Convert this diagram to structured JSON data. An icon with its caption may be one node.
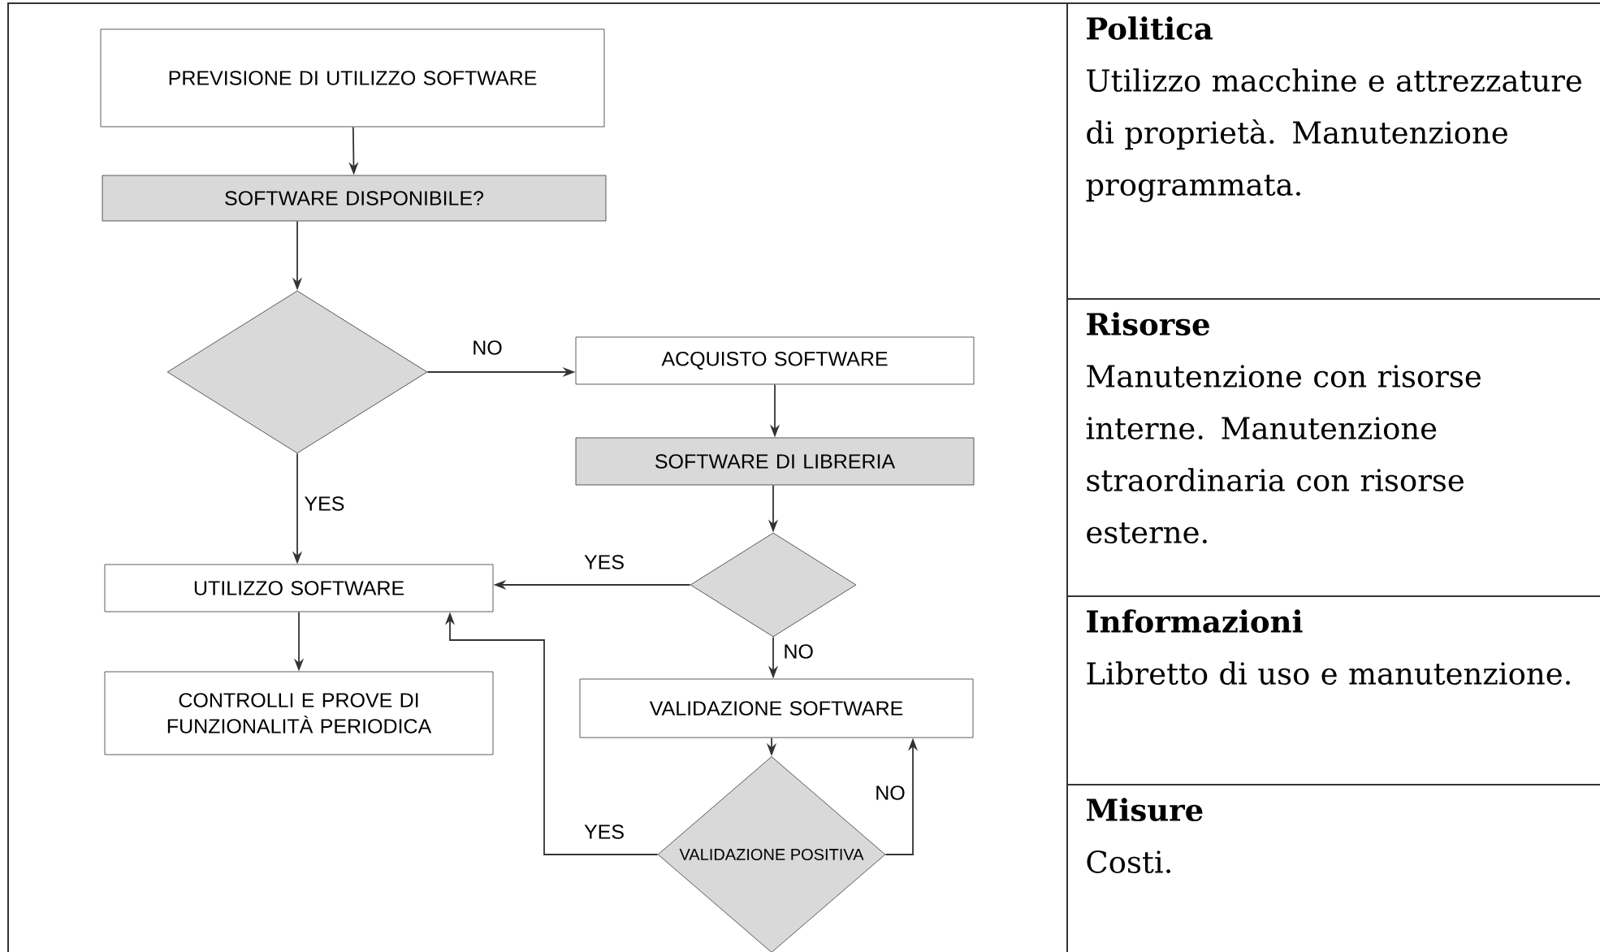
{
  "diagram": {
    "nodes": [
      {
        "text": [
          "PREVISIONE DI UTILIZZO SOFTWARE"
        ]
      },
      {
        "text": [
          "SOFTWARE DISPONIBILE?"
        ]
      },
      {
        "text": [],
        "shape": "diamond"
      },
      {
        "text": [
          "ACQUISTO SOFTWARE"
        ]
      },
      {
        "text": [
          "SOFTWARE DI LIBRERIA"
        ]
      },
      {
        "text": [],
        "shape": "diamond"
      },
      {
        "text": [
          "UTILIZZO SOFTWARE"
        ]
      },
      {
        "text": [
          "CONTROLLI E PROVE DI FUNZIONALITÀ PERIODICA"
        ]
      },
      {
        "text": [
          "VALIDAZIONE SOFTWARE"
        ]
      },
      {
        "text": [
          "VALIDAZIONE POSITIVA"
        ]
      },
      {
        "text": [
          "Politica",
          "Utilizzo macchine e attrezzature di proprietà. Manutenzione programmata."
        ]
      },
      {
        "text": [
          "Risorse",
          "Manutenzione con risorse interne. Manutenzione straordinaria con risorse esterne."
        ]
      },
      {
        "text": [
          "Informazioni",
          "Libretto di uso e manutenzione."
        ]
      },
      {
        "text": [
          "Misure",
          "Costi."
        ]
      }
    ],
    "edges": [
      {
        "from": 0,
        "to": 1,
        "arrow": "to"
      },
      {
        "from": 1,
        "to": 2,
        "arrow": "to"
      },
      {
        "from": 2,
        "to": 3,
        "arrow": "to",
        "label": "NO"
      },
      {
        "from": 2,
        "to": 6,
        "arrow": "to",
        "label": "YES"
      },
      {
        "from": 3,
        "to": 4,
        "arrow": "to"
      },
      {
        "from": 4,
        "to": 5,
        "arrow": "to"
      },
      {
        "from": 5,
        "to": 6,
        "arrow": "to",
        "label": "YES"
      },
      {
        "from": 5,
        "to": 8,
        "arrow": "to",
        "label": "NO"
      },
      {
        "from": 6,
        "to": 7,
        "arrow": "to"
      },
      {
        "from": 8,
        "to": 9,
        "arrow": "to"
      },
      {
        "from": 9,
        "to": 6,
        "arrow": "to",
        "label": "YES"
      },
      {
        "from": 9,
        "to": 8,
        "arrow": "to",
        "label": "NO"
      }
    ]
  }
}
